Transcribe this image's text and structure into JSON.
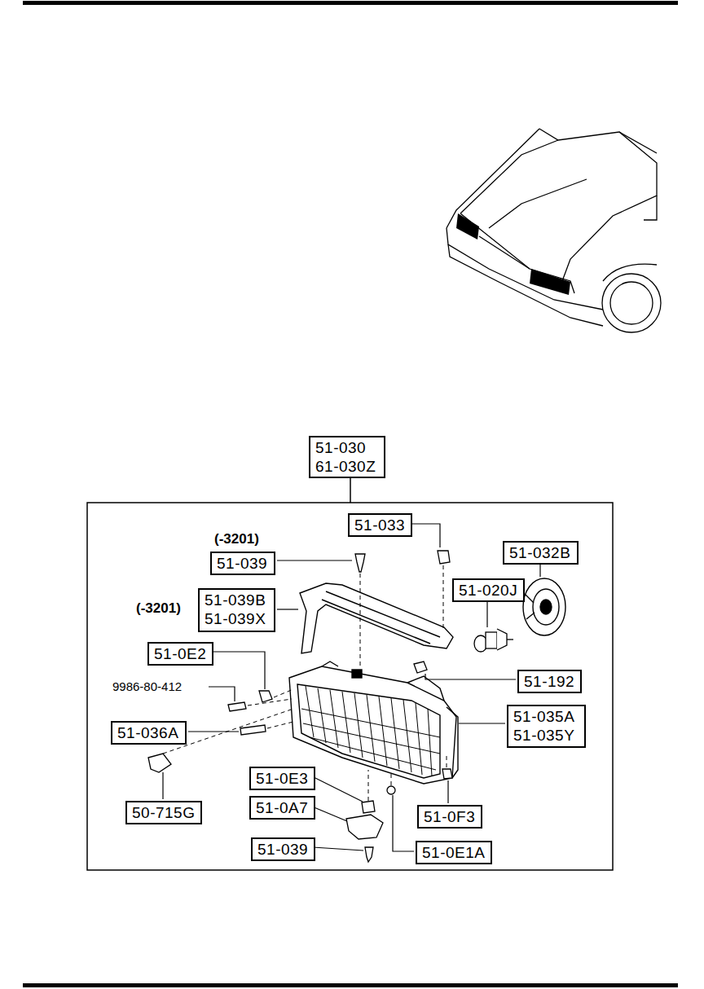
{
  "diagram": {
    "nodes": [
      {
        "text": [
          "51-030",
          "61-030Z"
        ]
      },
      {
        "text": [
          "51-033"
        ]
      },
      {
        "text": [
          "51-039"
        ]
      },
      {
        "text": [
          "51-032B"
        ]
      },
      {
        "text": [
          "51-020J"
        ]
      },
      {
        "text": [
          "51-039B",
          "51-039X"
        ]
      },
      {
        "text": [
          "51-0E2"
        ]
      },
      {
        "text": [
          "51-192"
        ]
      },
      {
        "text": [
          "51-035A",
          "51-035Y"
        ]
      },
      {
        "text": [
          "51-036A"
        ]
      },
      {
        "text": [
          "51-0E3"
        ]
      },
      {
        "text": [
          "51-0A7"
        ]
      },
      {
        "text": [
          "50-715G"
        ]
      },
      {
        "text": [
          "51-0F3"
        ]
      },
      {
        "text": [
          "51-039"
        ]
      },
      {
        "text": [
          "51-0E1A"
        ]
      }
    ],
    "labels": [
      "(-3201)",
      "(-3201)",
      "9986-80-412"
    ]
  }
}
